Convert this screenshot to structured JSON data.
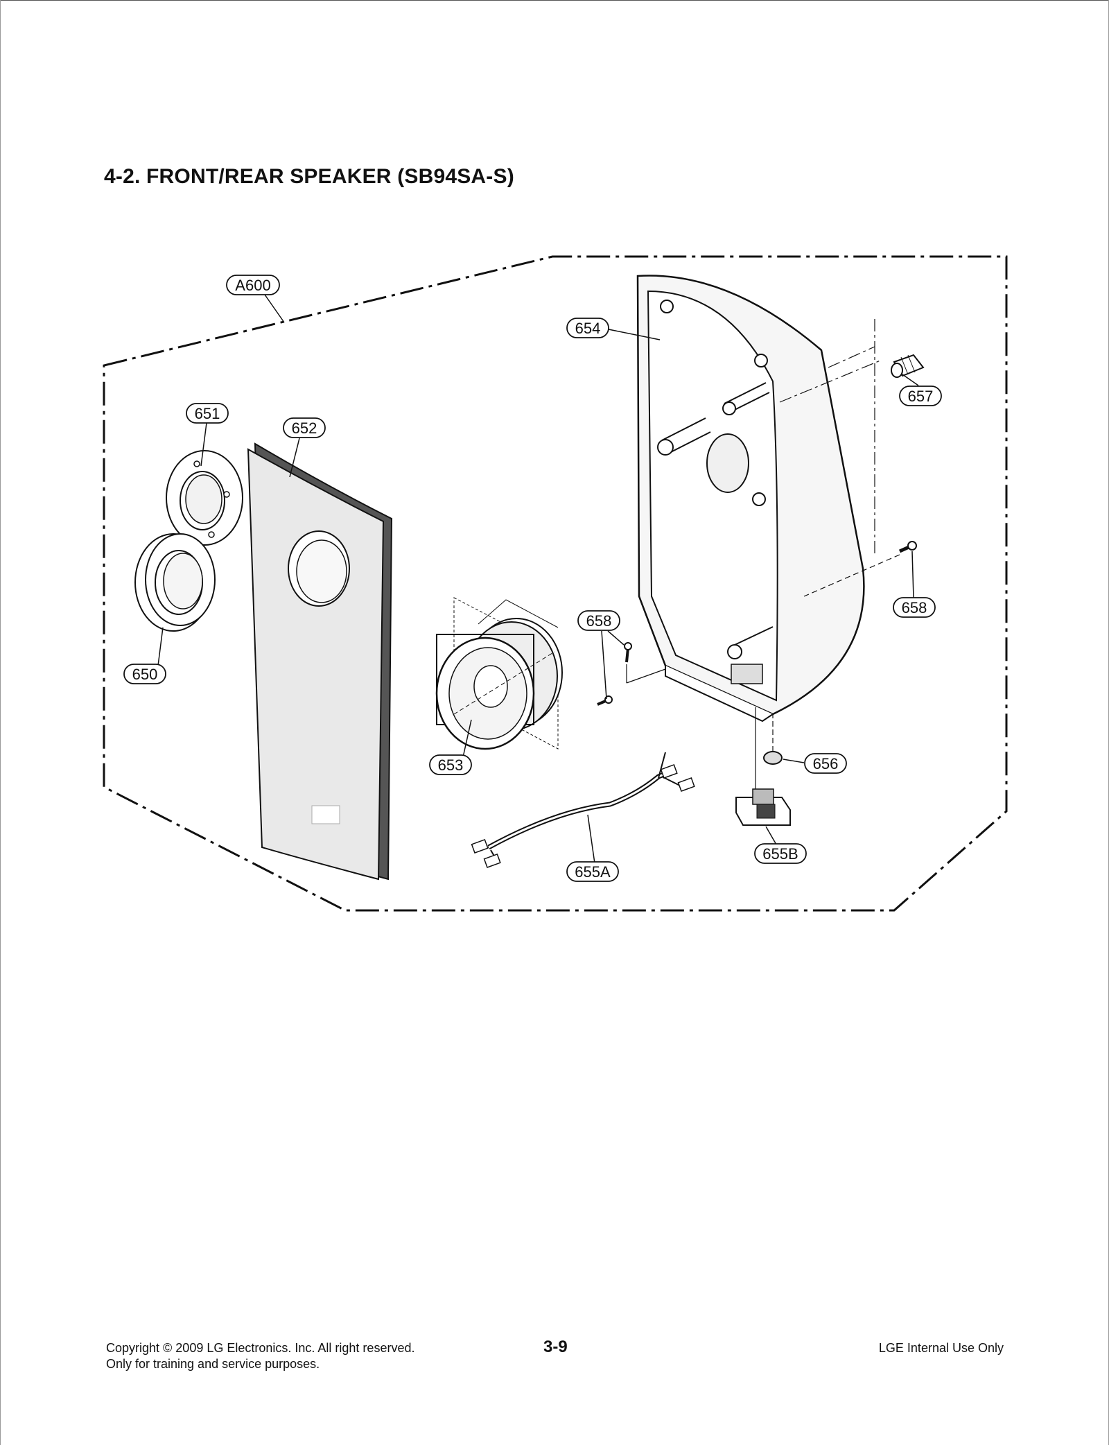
{
  "page": {
    "title": "4-2. FRONT/REAR SPEAKER (SB94SA-S)"
  },
  "callouts": {
    "a600": "A600",
    "c654": "654",
    "c651": "651",
    "c652": "652",
    "c657": "657",
    "c650": "650",
    "c658a": "658",
    "c658b": "658",
    "c653": "653",
    "c656": "656",
    "c655b": "655B",
    "c655a": "655A"
  },
  "footer": {
    "copyright_line1": "Copyright © 2009 LG Electronics. Inc. All right reserved.",
    "copyright_line2": "Only for training and service purposes.",
    "page_number": "3-9",
    "internal": "LGE Internal Use Only"
  }
}
